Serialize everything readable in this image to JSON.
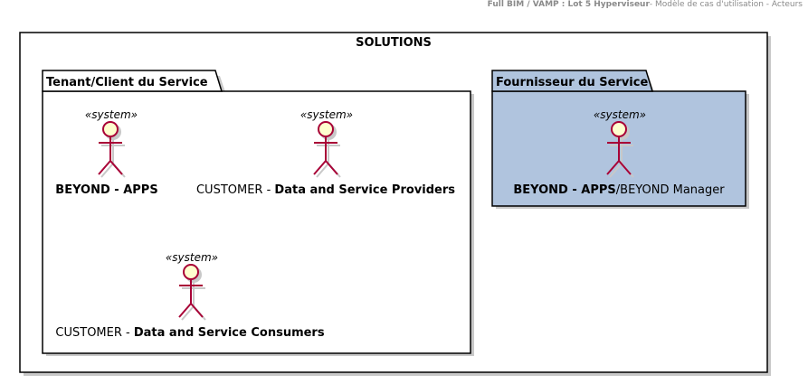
{
  "header": {
    "bold": "Full BIM / VAMP : Lot 5 Hyperviseur",
    "rest": "- Modèle de cas d'utilisation - Acteurs"
  },
  "colors": {
    "actor_fill": "#FEFECE",
    "actor_stroke": "#A80036",
    "provider_fill": "#B0C4DE",
    "shadow": "#C8C8C8"
  },
  "solutions": {
    "title": "SOLUTIONS",
    "tenant": {
      "title": "Tenant/Client du Service",
      "actors": [
        {
          "stereotype": "«system»",
          "name_plain": "",
          "name_bold": "BEYOND - APPS",
          "name_suffix": ""
        },
        {
          "stereotype": "«system»",
          "name_plain": "CUSTOMER - ",
          "name_bold": "Data and Service Providers",
          "name_suffix": ""
        },
        {
          "stereotype": "«system»",
          "name_plain": "CUSTOMER - ",
          "name_bold": "Data and Service Consumers",
          "name_suffix": ""
        }
      ]
    },
    "provider": {
      "title": "Fournisseur du Service",
      "actors": [
        {
          "stereotype": "«system»",
          "name_plain": "",
          "name_bold": "BEYOND - APPS",
          "name_suffix": "/BEYOND Manager"
        }
      ]
    }
  }
}
